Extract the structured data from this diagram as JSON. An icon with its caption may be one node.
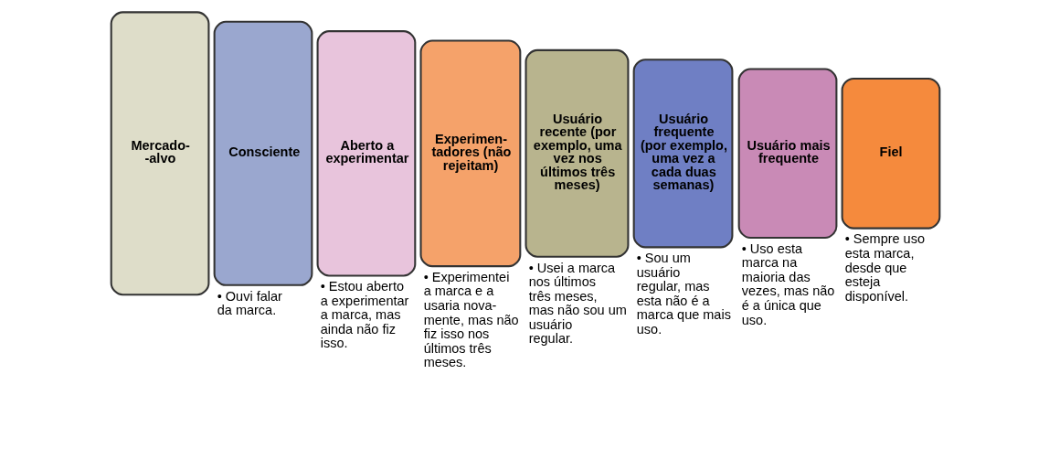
{
  "diagram": {
    "nodes": [
      {
        "text": [
          "Mercado- -alvo"
        ]
      },
      {
        "text": [
          "Consciente"
        ],
        "beside": [
          "• Ouvi falar da marca."
        ]
      },
      {
        "text": [
          "Aberto a experimentar"
        ],
        "beside": [
          "• Estou aberto a experimentar a marca, mas ainda não fiz isso."
        ]
      },
      {
        "text": [
          "Experimen- tadores (não rejeitam)"
        ],
        "beside": [
          "• Experimentei a marca e a usaria nova- mente, mas não fiz isso nos últimos três meses."
        ]
      },
      {
        "text": [
          "Usuário recente (por exemplo, uma vez nos últimos três meses)"
        ],
        "beside": [
          "• Usei a marca nos últimos três meses, mas não sou um usuário regular."
        ]
      },
      {
        "text": [
          "Usuário frequente (por exemplo, uma vez a cada duas semanas)"
        ],
        "beside": [
          "• Sou um usuário regular, mas esta não é a marca que mais uso."
        ]
      },
      {
        "text": [
          "Usuário mais frequente"
        ],
        "beside": [
          "• Uso esta marca na maioria das vezes, mas não é a única que uso."
        ]
      },
      {
        "text": [
          "Fiel"
        ],
        "beside": [
          "• Sempre uso esta marca, desde que esteja disponível."
        ]
      }
    ]
  }
}
